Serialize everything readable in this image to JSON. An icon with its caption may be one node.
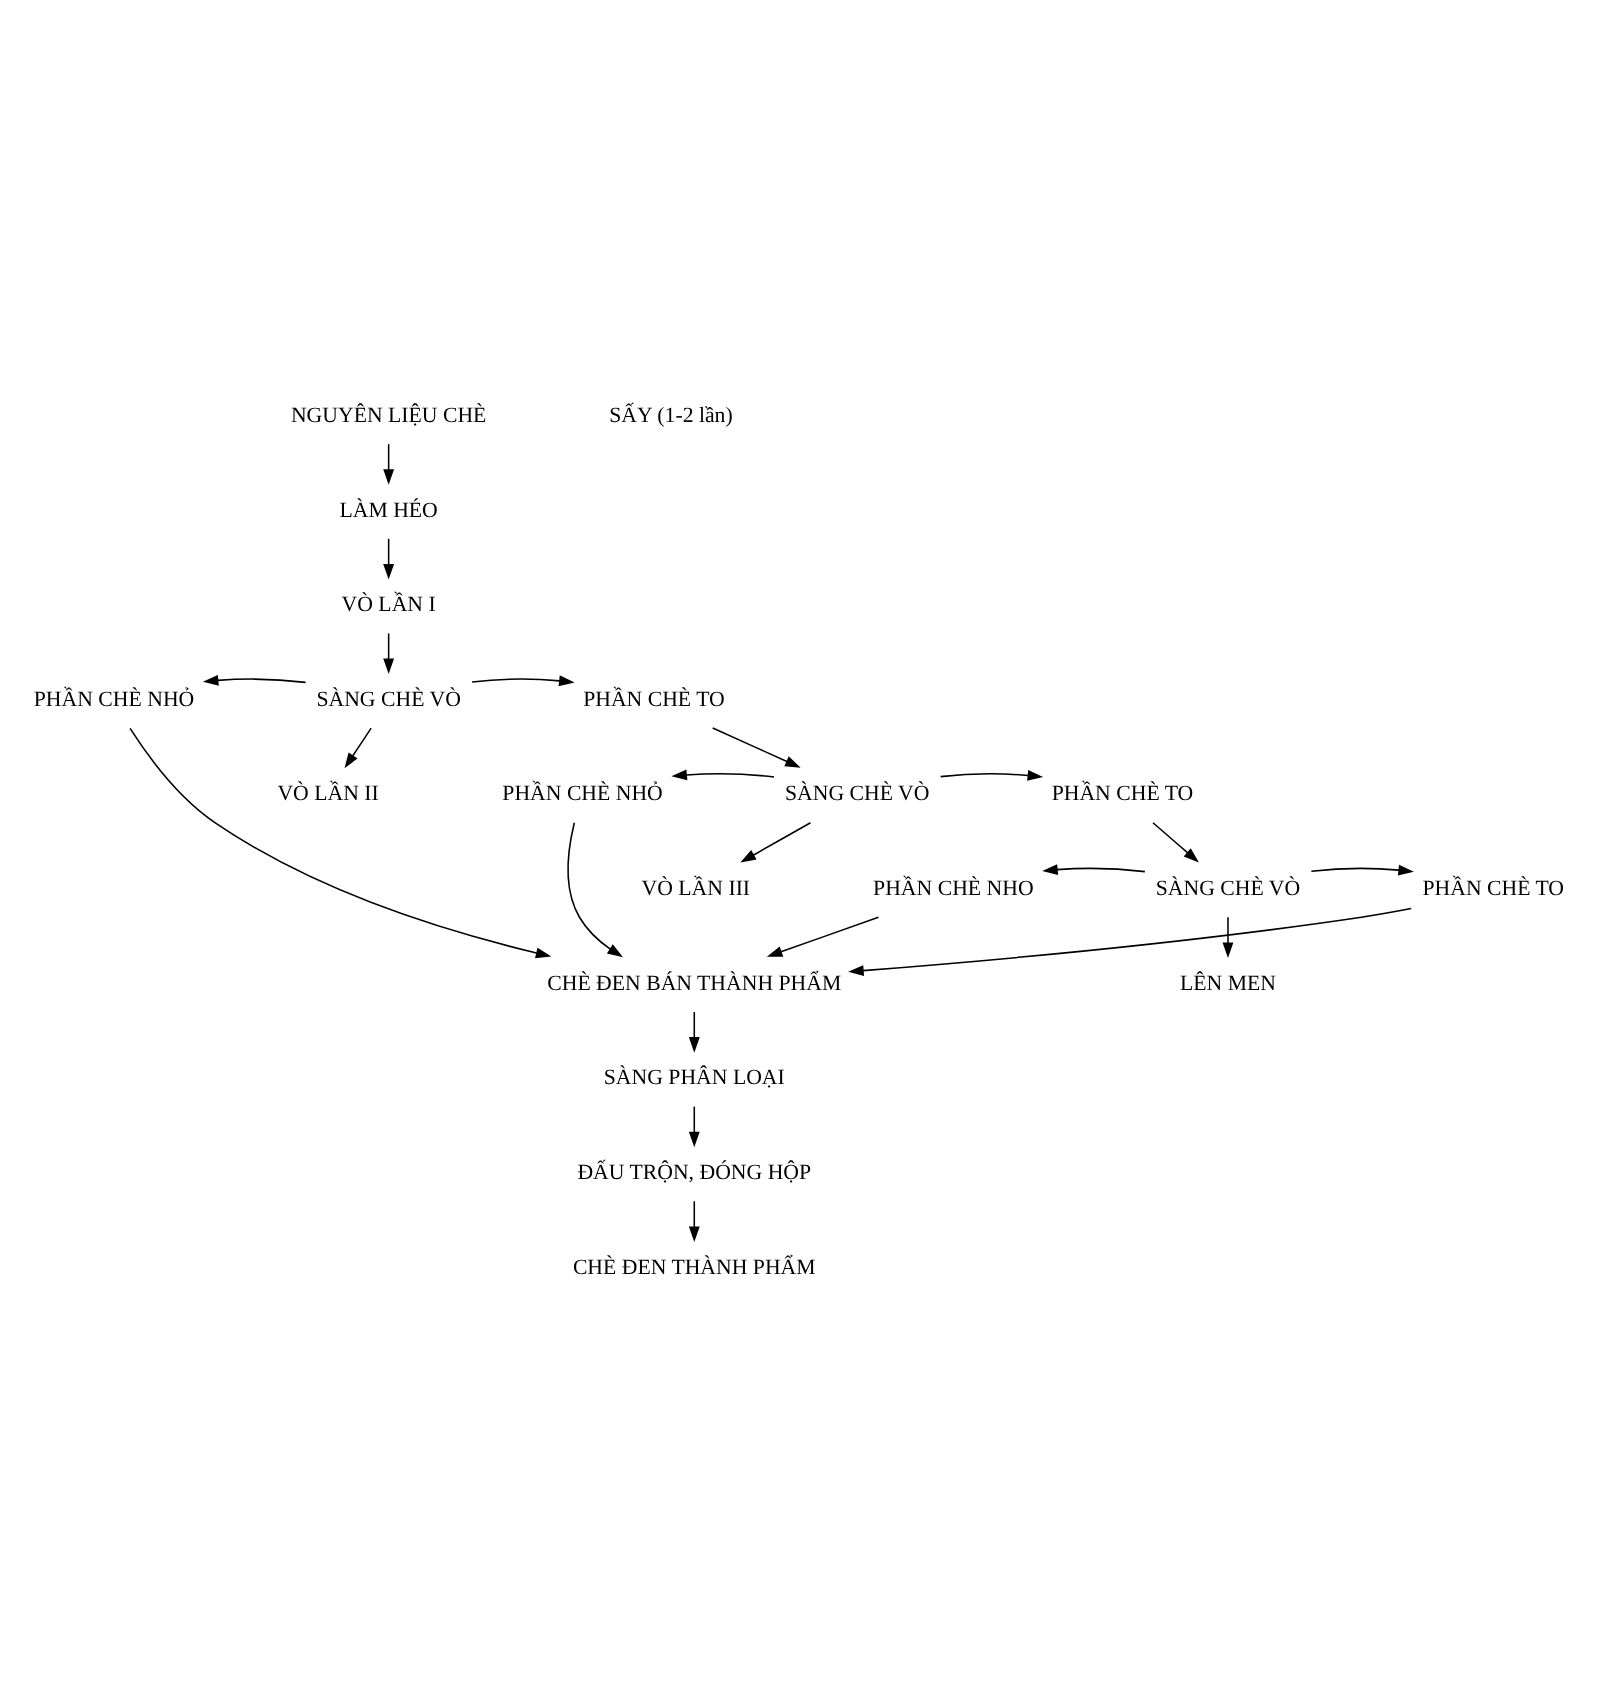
{
  "diagram": {
    "nodes": [
      {
        "text": [
          "NGUYÊN LIỆU CHÈ"
        ]
      },
      {
        "text": [
          "LÀM HÉO"
        ]
      },
      {
        "text": [
          "VÒ LẦN I"
        ]
      },
      {
        "text": [
          "PHẦN CHÈ NHỎ"
        ]
      },
      {
        "text": [
          "SÀNG CHÈ VÒ"
        ]
      },
      {
        "text": [
          "PHẦN CHÈ TO"
        ]
      },
      {
        "text": [
          "VÒ LẦN II"
        ]
      },
      {
        "text": [
          "PHẦN CHÈ NHỎ"
        ]
      },
      {
        "text": [
          "SÀNG CHÈ VÒ"
        ]
      },
      {
        "text": [
          "PHẦN CHÈ TO"
        ]
      },
      {
        "text": [
          "VÒ LẦN III"
        ]
      },
      {
        "text": [
          "PHẦN CHÈ NHO"
        ]
      },
      {
        "text": [
          "SÀNG CHÈ VÒ"
        ]
      },
      {
        "text": [
          "PHẦN CHÈ TO"
        ]
      },
      {
        "text": [
          "LÊN MEN"
        ]
      },
      {
        "text": [
          "SẤY (1-2 lần)"
        ]
      },
      {
        "text": [
          "CHÈ ĐEN BÁN THÀNH PHẨM"
        ]
      },
      {
        "text": [
          "SÀNG PHÂN LOẠI"
        ]
      },
      {
        "text": [
          "ĐẤU TRỘN, ĐÓNG HỘP"
        ]
      },
      {
        "text": [
          "CHÈ ĐEN THÀNH PHẨM"
        ]
      }
    ],
    "edges": [
      {
        "from": 0,
        "to": 1,
        "arrow": "to"
      },
      {
        "from": 1,
        "to": 2,
        "arrow": "to"
      },
      {
        "from": 2,
        "to": 4,
        "arrow": "to"
      },
      {
        "from": 4,
        "to": 6,
        "arrow": "to"
      },
      {
        "from": 4,
        "to": 3,
        "arrow": "to"
      },
      {
        "from": 4,
        "to": 5,
        "arrow": "to"
      },
      {
        "from": 5,
        "to": 8,
        "arrow": "to"
      },
      {
        "from": 8,
        "to": 10,
        "arrow": "to"
      },
      {
        "from": 8,
        "to": 7,
        "arrow": "to"
      },
      {
        "from": 8,
        "to": 9,
        "arrow": "to"
      },
      {
        "from": 9,
        "to": 12,
        "arrow": "to"
      },
      {
        "from": 12,
        "to": 14,
        "arrow": "to"
      },
      {
        "from": 12,
        "to": 11,
        "arrow": "to"
      },
      {
        "from": 12,
        "to": 13,
        "arrow": "to"
      },
      {
        "from": 3,
        "to": 16,
        "arrow": "to"
      },
      {
        "from": 7,
        "to": 16,
        "arrow": "to"
      },
      {
        "from": 11,
        "to": 16,
        "arrow": "to"
      },
      {
        "from": 13,
        "to": 16,
        "arrow": "to"
      },
      {
        "from": 16,
        "to": 17,
        "arrow": "to"
      },
      {
        "from": 17,
        "to": 18,
        "arrow": "to"
      },
      {
        "from": 18,
        "to": 19,
        "arrow": "to"
      }
    ]
  }
}
